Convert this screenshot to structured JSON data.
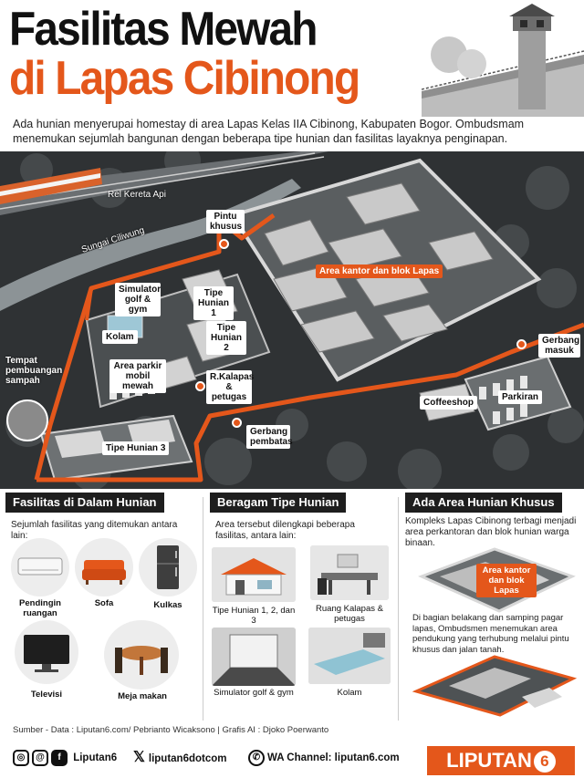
{
  "header": {
    "title_line1": "Fasilitas Mewah",
    "title_line2": "di Lapas Cibinong",
    "intro": "Ada hunian menyerupai homestay di area Lapas Kelas IIA Cibinong, Kabupaten Bogor. Ombudsmam menemukan sejumlah bangunan dengan beberapa tipe hunian dan fasilitas layaknya penginapan."
  },
  "map": {
    "rel_kereta_api": "Rel Kereta Api",
    "sungai": "Sungai Ciliwung",
    "pintu_khusus": "Pintu khusus",
    "area_kantor": "Area kantor dan blok Lapas",
    "simulator": "Simulator golf & gym",
    "tipe_hunian_1": "Tipe Hunian 1",
    "tipe_hunian_2": "Tipe Hunian 2",
    "kolam": "Kolam",
    "area_parkir": "Area parkir mobil mewah",
    "tempat_sampah": "Tempat pembuangan sampah",
    "r_kalapas": "R.Kalapas & petugas",
    "gerbang_masuk": "Gerbang masuk",
    "coffeeshop": "Coffeeshop",
    "parkiran": "Parkiran",
    "tipe_hunian_3": "Tipe Hunian 3",
    "gerbang_pembatas": "Gerbang pembatas"
  },
  "panel1": {
    "title": "Fasilitas di Dalam Hunian",
    "text": "Sejumlah fasilitas yang ditemukan antara lain:",
    "items": [
      "Pendingin ruangan",
      "Sofa",
      "Kulkas",
      "Televisi",
      "Meja makan"
    ]
  },
  "panel2": {
    "title": "Beragam Tipe Hunian",
    "text": "Area tersebut dilengkapi beberapa fasilitas, antara lain:",
    "items": [
      "Tipe Hunian 1, 2, dan 3",
      "Ruang Kalapas & petugas",
      "Simulator golf & gym",
      "Kolam"
    ]
  },
  "panel3": {
    "title": "Ada Area Hunian Khusus",
    "text1": "Kompleks Lapas Cibinong terbagi menjadi area perkantoran dan blok hunian warga binaan.",
    "callout": "Area kantor dan blok Lapas",
    "text2": "Di bagian belakang dan samping pagar lapas, Ombudsmen menemukan area pendukung yang terhubung melalui pintu khusus dan jalan tanah."
  },
  "source": "Sumber - Data : Liputan6.com/ Pebrianto Wicaksono | Grafis AI : Djoko Poerwanto",
  "footer": {
    "social_handle": "Liputan6",
    "x_handle": "liputan6dotcom",
    "wa_channel": "WA Channel: liputan6.com",
    "logo_text": "LIPUTAN",
    "logo_number": "6"
  },
  "colors": {
    "accent": "#e4571b",
    "dark": "#1e1e1e"
  }
}
